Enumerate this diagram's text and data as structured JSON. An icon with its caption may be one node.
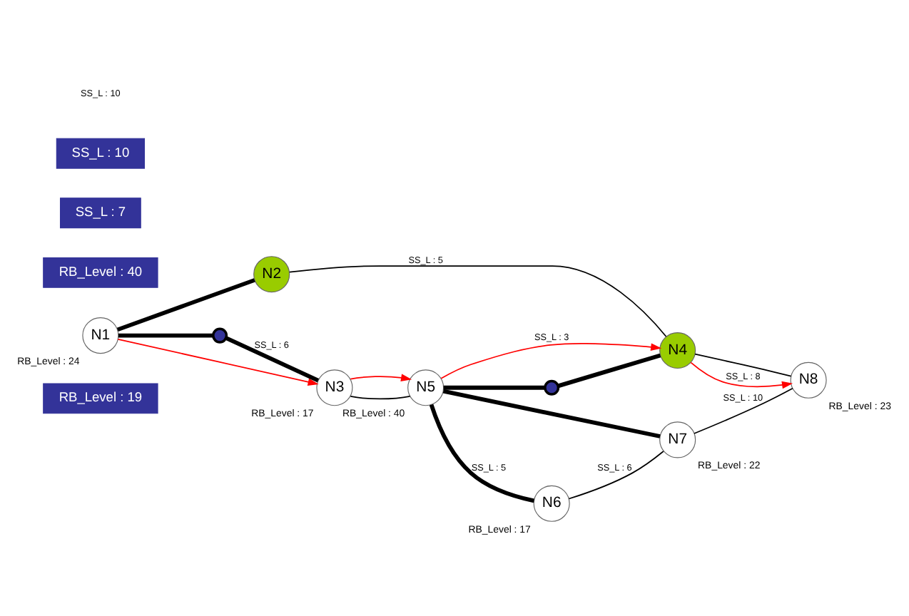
{
  "diagram": {
    "nodes": [
      {
        "text": [
          "RB_Level : 19"
        ]
      },
      {
        "text": [
          "N2"
        ]
      },
      {
        "text": [
          "RB_Level : 40"
        ]
      },
      {
        "text": [
          "N4"
        ]
      },
      {
        "text": [
          "N1"
        ],
        "beside": [
          "RB_Level : 24"
        ]
      },
      {
        "text": [
          "N8"
        ],
        "beside": [
          "RB_Level : 23"
        ]
      },
      {
        "text": [],
        "shape": "circle"
      },
      {
        "text": [],
        "shape": "circle"
      },
      {
        "text": [
          "N5"
        ],
        "beside": [
          "RB_Level : 40"
        ]
      },
      {
        "text": [
          "SS_L : 7"
        ]
      },
      {
        "text": [
          "SS_L : 10"
        ]
      },
      {
        "text": [
          "N3"
        ],
        "beside": [
          "RB_Level : 17"
        ]
      },
      {
        "text": [
          "N7"
        ],
        "beside": [
          "RB_Level : 22"
        ]
      },
      {
        "text": [
          "N6"
        ],
        "beside": [
          "RB_Level : 17"
        ]
      }
    ],
    "edges": [
      {
        "from": 4,
        "to": 1,
        "arrow": "none",
        "style": "thick"
      },
      {
        "from": 1,
        "to": 3,
        "arrow": "none",
        "label": "SS_L : 5"
      },
      {
        "from": 3,
        "to": 5,
        "arrow": "none"
      },
      {
        "from": 3,
        "to": 5,
        "arrow": "to",
        "color": "#ff0000",
        "label": "SS_L : 8"
      },
      {
        "from": 4,
        "to": 7,
        "arrow": "none",
        "style": "thick"
      },
      {
        "from": 7,
        "to": 11,
        "arrow": "none",
        "style": "thick",
        "label": "SS_L : 6"
      },
      {
        "from": 4,
        "to": 11,
        "arrow": "to",
        "color": "#ff0000"
      },
      {
        "from": 11,
        "to": 8,
        "arrow": "none"
      },
      {
        "from": 11,
        "to": 8,
        "arrow": "to",
        "color": "#ff0000"
      },
      {
        "from": 8,
        "to": 6,
        "arrow": "none",
        "style": "thick"
      },
      {
        "from": 6,
        "to": 3,
        "arrow": "none",
        "style": "thick"
      },
      {
        "from": 8,
        "to": 3,
        "arrow": "to",
        "color": "#ff0000",
        "label": "SS_L : 3"
      },
      {
        "from": 8,
        "to": 12,
        "arrow": "none",
        "style": "thick"
      },
      {
        "from": 8,
        "to": 13,
        "arrow": "none",
        "style": "thick",
        "label": "SS_L : 5"
      },
      {
        "from": 13,
        "to": 12,
        "arrow": "none",
        "label": "SS_L : 6"
      },
      {
        "from": 12,
        "to": 5,
        "arrow": "none",
        "label": "SS_L : 10"
      }
    ],
    "labels": [
      "SS_L : 10"
    ]
  }
}
